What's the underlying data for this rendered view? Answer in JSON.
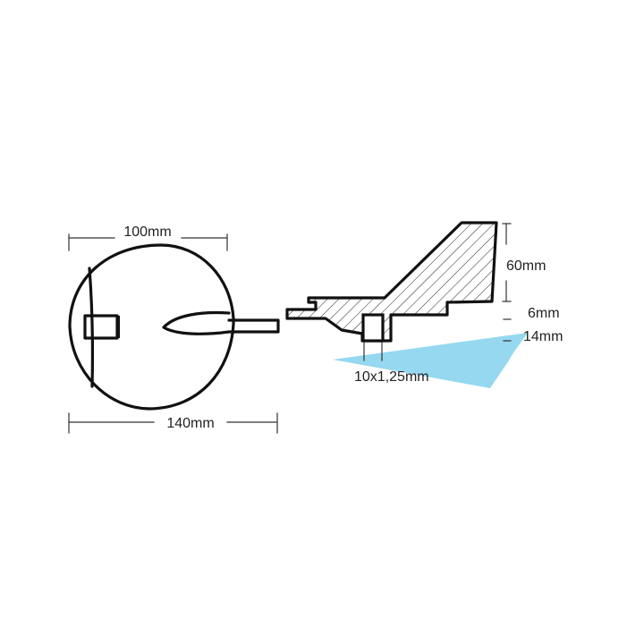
{
  "labels": {
    "top_width": "100mm",
    "bottom_width": "140mm",
    "height": "60mm",
    "thickness": "6mm",
    "stud_length": "14mm",
    "thread": "10x1,25mm"
  },
  "colors": {
    "line": "#111111",
    "accent": "#8fd6ef"
  }
}
